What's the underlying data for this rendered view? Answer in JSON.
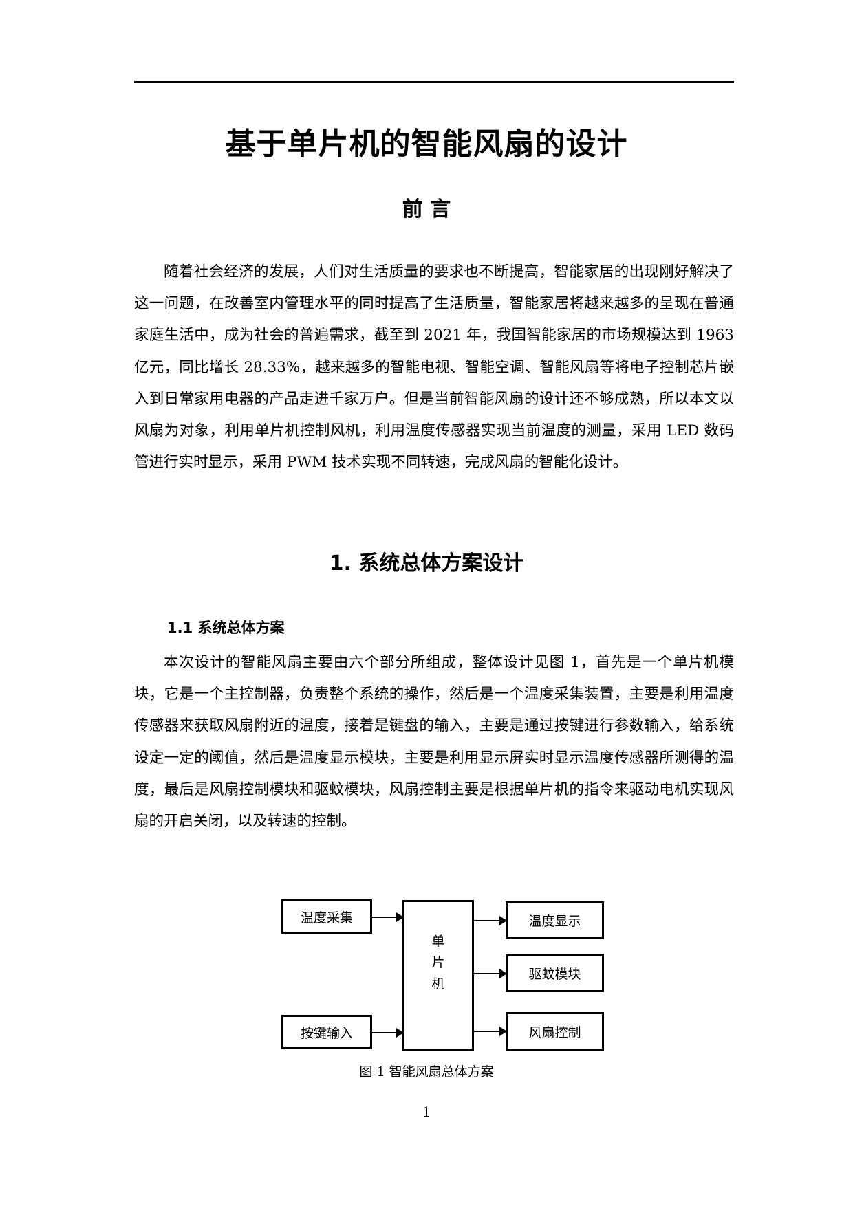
{
  "document": {
    "title": "基于单片机的智能风扇的设计",
    "preface_heading": "前 言",
    "preface_paragraph": "随着社会经济的发展，人们对生活质量的要求也不断提高，智能家居的出现刚好解决了这一问题，在改善室内管理水平的同时提高了生活质量，智能家居将越来越多的呈现在普通家庭生活中，成为社会的普遍需求，截至到 2021 年，我国智能家居的市场规模达到 1963 亿元，同比增长 28.33%，越来越多的智能电视、智能空调、智能风扇等将电子控制芯片嵌入到日常家用电器的产品走进千家万户。但是当前智能风扇的设计还不够成熟，所以本文以风扇为对象，利用单片机控制风机，利用温度传感器实现当前温度的测量，采用 LED 数码管进行实时显示，采用 PWM 技术实现不同转速，完成风扇的智能化设计。",
    "section1_heading": "1.  系统总体方案设计",
    "section1_1_heading": "1.1 系统总体方案",
    "section1_1_paragraph": "本次设计的智能风扇主要由六个部分所组成，整体设计见图 1，首先是一个单片机模块，它是一个主控制器，负责整个系统的操作，然后是一个温度采集装置，主要是利用温度传感器来获取风扇附近的温度，接着是键盘的输入，主要是通过按键进行参数输入，给系统设定一定的阈值，然后是温度显示模块，主要是利用显示屏实时显示温度传感器所测得的温度，最后是风扇控制模块和驱蚊模块，风扇控制主要是根据单片机的指令来驱动电机实现风扇的开启关闭，以及转速的控制。",
    "figure": {
      "inputs": [
        "温度采集",
        "按键输入"
      ],
      "controller": [
        "单",
        "片",
        "机"
      ],
      "outputs": [
        "温度显示",
        "驱蚊模块",
        "风扇控制"
      ],
      "caption": "图 1  智能风扇总体方案"
    },
    "page_number": "1"
  }
}
